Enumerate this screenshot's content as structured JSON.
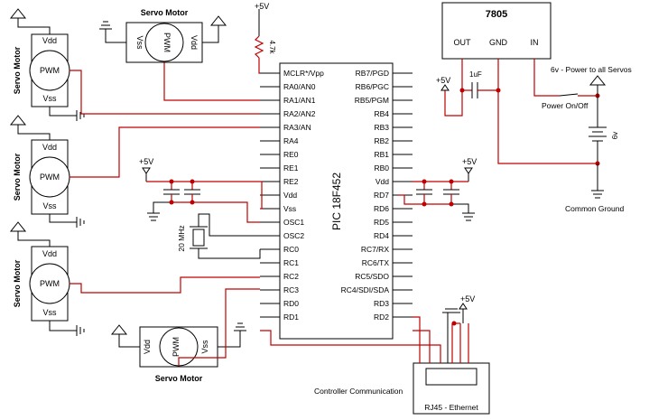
{
  "pic": {
    "name": "PIC 18F452",
    "left_pins": [
      "MCLR*/Vpp",
      "RA0/AN0",
      "RA1/AN1",
      "RA2/AN2",
      "RA3/AN",
      "RA4",
      "RE0",
      "RE1",
      "RE2",
      "Vdd",
      "Vss",
      "OSC1",
      "OSC2",
      "RC0",
      "RC1",
      "RC2",
      "RC3",
      "RD0",
      "RD1"
    ],
    "right_pins": [
      "RB7/PGD",
      "RB6/PGC",
      "RB5/PGM",
      "RB4",
      "RB3",
      "RB2",
      "RB1",
      "RB0",
      "Vdd",
      "RD7",
      "RD6",
      "RD5",
      "RD4",
      "RC7/RX",
      "RC6/TX",
      "RC5/SDO",
      "RC4/SDI/SDA",
      "RD3",
      "RD2"
    ]
  },
  "regulator": {
    "name": "7805",
    "out": "OUT",
    "gnd": "GND",
    "in": "IN"
  },
  "servo": {
    "title": "Servo Motor",
    "vdd": "Vdd",
    "pwm": "PWM",
    "vss": "Vss"
  },
  "supply": {
    "plus5v": "+5V"
  },
  "resistor": {
    "value": "4.7k"
  },
  "capacitor": {
    "value": "1uF"
  },
  "crystal": {
    "value": "20 MHz"
  },
  "battery": {
    "value": "6v"
  },
  "labels": {
    "power_all": "6v - Power to all Servos",
    "power_switch": "Power On/Off",
    "common_ground": "Common Ground",
    "controller_comm": "Controller Communication",
    "rj45": "RJ45 - Ethernet"
  }
}
